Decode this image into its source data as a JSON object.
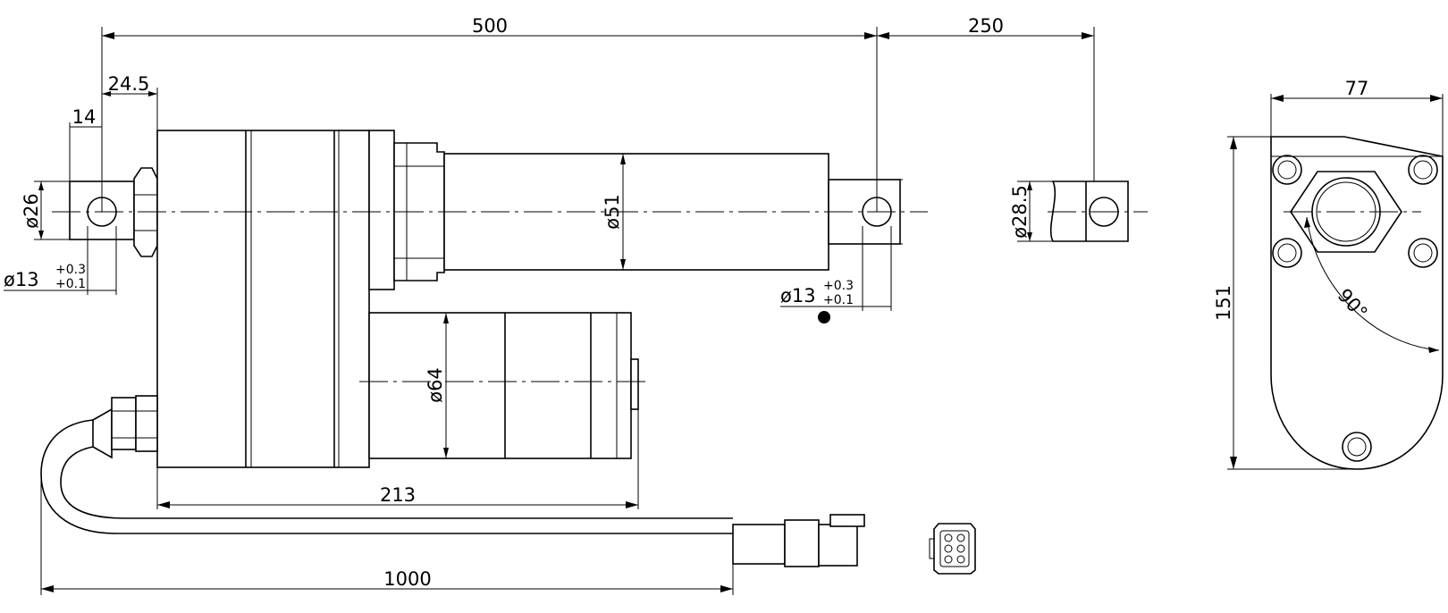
{
  "dimensions": {
    "overall_length": "500",
    "stroke": "250",
    "rear_offset": "24.5",
    "rear_clevis_width": "14",
    "rear_boss_diameter": "ø26",
    "rear_hole": "ø13",
    "rod_diameter": "ø51",
    "front_hole": "ø13",
    "rod_end_diameter": "ø28.5",
    "motor_diameter": "ø64",
    "housing_length": "213",
    "cable_length": "1000",
    "side_width": "77",
    "side_height": "151",
    "angle": "90°"
  },
  "tolerance": {
    "upper": "+0.3",
    "lower": "+0.1"
  },
  "colors": {
    "line": "#000000",
    "background": "#ffffff"
  },
  "icons": [
    "connector-icon"
  ]
}
